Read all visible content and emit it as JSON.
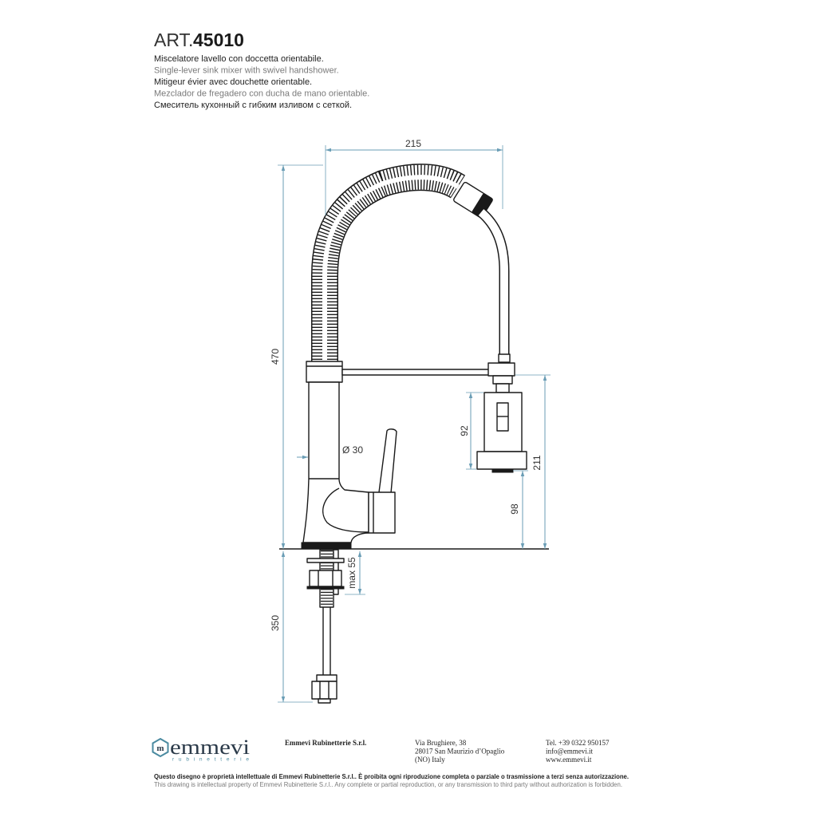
{
  "header": {
    "art_prefix": "ART.",
    "art_number": "45010"
  },
  "descriptions": [
    "Miscelatore lavello con doccetta orientabile.",
    "Single-lever sink mixer with swivel handshower.",
    "Mitigeur évier avec douchette orientable.",
    "Mezclador de fregadero con ducha de mano orientable.",
    "Смеситель кухонный с гибким изливом с сеткой."
  ],
  "dimensions": {
    "width_top": "215",
    "height_total": "470",
    "diameter": "Ø 30",
    "shower_height": "92",
    "clip_height": "211",
    "shower_clearance": "98",
    "max_thickness": "max 55",
    "hose_length": "350"
  },
  "footer": {
    "logo_text": "emmevi",
    "logo_sub": "rubinetterie",
    "company": "Emmevi Rubinetterie S.r.l.",
    "address": [
      "Via Brughiere, 38",
      "28017 San Maurizio d’Opaglio",
      "(NO) Italy"
    ],
    "contact": [
      "Tel. +39 0322 950157",
      "info@emmevi.it",
      "www.emmevi.it"
    ],
    "disclaimer_it": "Questo disegno è proprietà intellettuale di Emmevi Rubinetterie S.r.l.. È proibita ogni riproduzione completa o parziale o trasmissione a terzi senza autorizzazione.",
    "disclaimer_en": "This drawing is intellectual property of Emmevi Rubinetterie S.r.l.. Any complete or partial reproduction, or any transmission to third party without authorization is forbidden."
  },
  "colors": {
    "dimension": "#6a9db5",
    "ink": "#1a1a1a",
    "secondary_text": "#7a7a7a",
    "brand": "#2c3b4a",
    "accent": "#4a8aa0"
  },
  "icons": {
    "logo": "hexagon-m-logo-icon"
  }
}
